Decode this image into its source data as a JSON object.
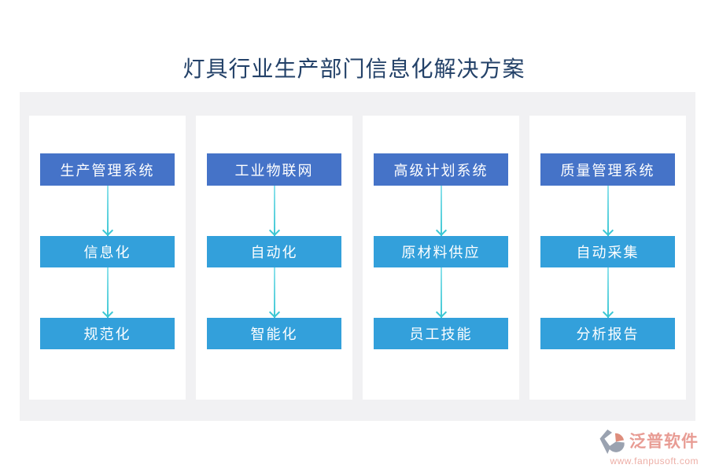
{
  "page": {
    "title": "灯具行业生产部门信息化解决方案"
  },
  "columns": [
    {
      "header": "生产管理系统",
      "steps": [
        "信息化",
        "规范化"
      ]
    },
    {
      "header": "工业物联网",
      "steps": [
        "自动化",
        "智能化"
      ]
    },
    {
      "header": "高级计划系统",
      "steps": [
        "原材料供应",
        "员工技能"
      ]
    },
    {
      "header": "质量管理系统",
      "steps": [
        "自动采集",
        "分析报告"
      ]
    }
  ],
  "footer": {
    "brand": "泛普软件",
    "website": "www.fanpusoft.com"
  },
  "colors": {
    "header_box": "#4573c8",
    "step_box": "#33a0db",
    "arrow": "#3cc7d4",
    "panel_background": "#f1f1f3",
    "title_text": "#234168",
    "brand_text": "#e89c94"
  }
}
